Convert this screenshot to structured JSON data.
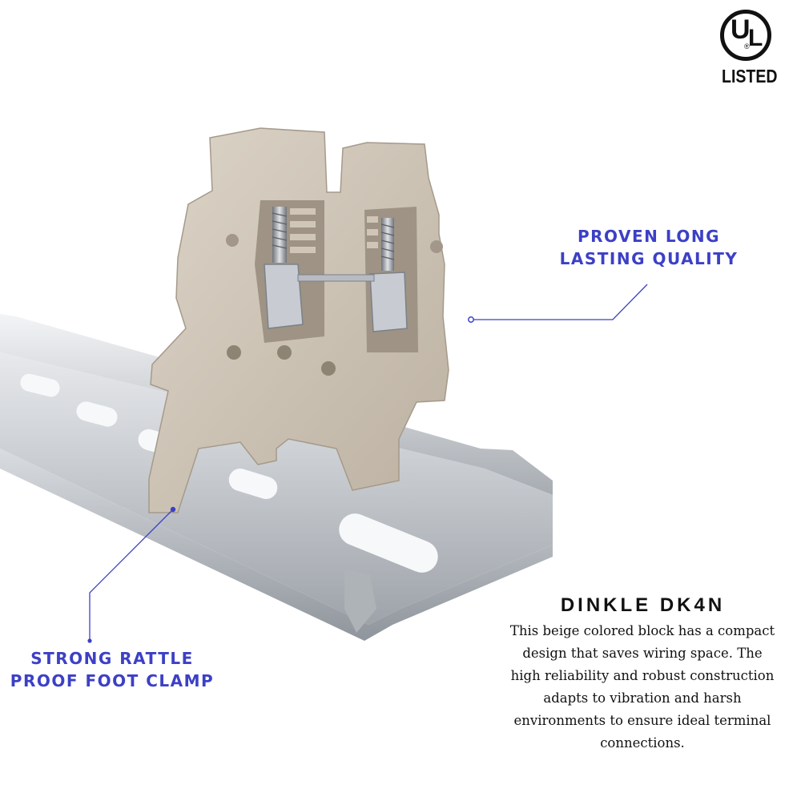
{
  "badge": {
    "letters_u": "U",
    "letters_l": "L",
    "registered": "®",
    "listed": "LISTED"
  },
  "callouts": {
    "quality": {
      "line1": "PROVEN LONG",
      "line2": "LASTING QUALITY"
    },
    "clamp": {
      "line1": "STRONG RATTLE",
      "line2": "PROOF FOOT CLAMP"
    }
  },
  "product": {
    "title": "DINKLE DK4N",
    "description": "This beige colored block has a compact design that saves wiring space. The high reliability and robust construction adapts to vibration and harsh environments to ensure ideal terminal connections."
  },
  "colors": {
    "accent": "#3c40c6",
    "block_beige": "#cdc3b4",
    "rail_silver": "#b9bdc2"
  }
}
